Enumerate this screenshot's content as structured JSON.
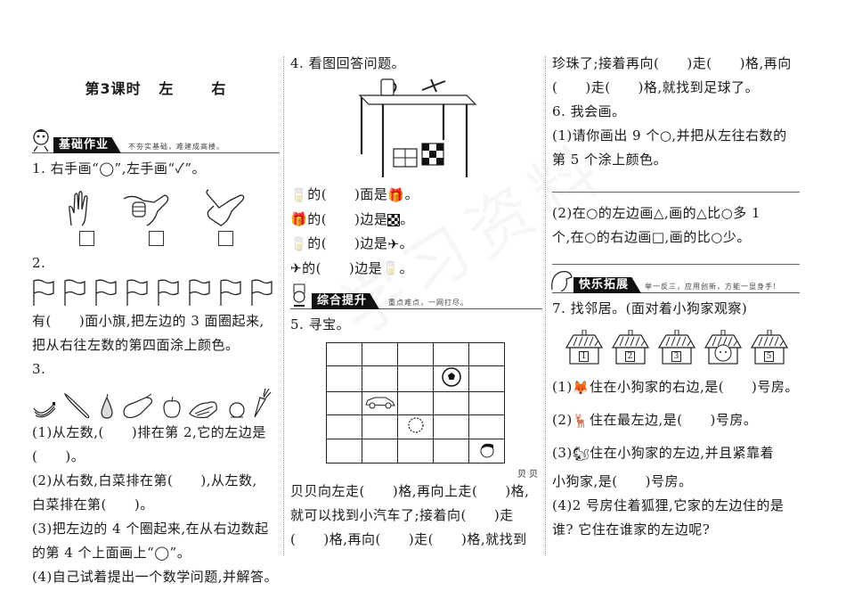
{
  "lesson_title": {
    "prefix": "第3课时",
    "word_left": "左",
    "word_right": "右"
  },
  "sections": {
    "basic": {
      "label": "基础作业",
      "motto": "不夯实基础，难建成高楼。"
    },
    "comprehensive": {
      "label": "综合提升",
      "motto": "重点难点，一网打尽。"
    },
    "extension": {
      "label": "快乐拓展",
      "motto": "举一反三，应用创新，方能一显身手!"
    }
  },
  "q1": {
    "text": "1. 右手画“◯”,左手画“✓”。",
    "hands": [
      "open-hand",
      "pointing-hand",
      "l-shape-hand"
    ]
  },
  "q2": {
    "number": "2.",
    "flag_count": 8,
    "lines": [
      "有(　　)面小旗,把左边的 3 面圈起来,",
      "把从右往左数的第四面涂上颜色。"
    ]
  },
  "q3": {
    "number": "3.",
    "items": [
      "banana",
      "cucumber",
      "pear",
      "eggplant",
      "apple",
      "cabbage",
      "peach",
      "radish"
    ],
    "lines": [
      "(1)从左数,(　　)排在第 2,它的左边是",
      "(　　)。",
      "(2)从右数,白菜排在第(　　),从左数,",
      "白菜排在第(　　)。",
      "(3)把左边的 4 个圈起来,在从右边数起",
      "的第 4 个上面画上“◯”。",
      "(4)自己试着提出一个数学问题,并解答。"
    ]
  },
  "q4": {
    "title": "4. 看图回答问题。",
    "rows": [
      {
        "subject": "cup",
        "text_a": "的(　　)面是",
        "object": "gift-box",
        "end": "。"
      },
      {
        "subject": "gift-box",
        "text_a": "的(　　)边是",
        "object": "checkered-cube",
        "end": "。"
      },
      {
        "subject": "cup",
        "text_a": "的(　　)边是",
        "object": "airplane",
        "end": "。"
      },
      {
        "subject": "airplane",
        "text_a": "的(　　)边是",
        "object": "cup",
        "end": "。"
      }
    ]
  },
  "q5": {
    "title": "5. 寻宝。",
    "grid": {
      "rows": 5,
      "cols": 5,
      "ball": [
        1,
        3
      ],
      "car": [
        2,
        1
      ],
      "pearl": [
        3,
        2
      ],
      "beibei": [
        4,
        4
      ]
    },
    "beibei_label": "贝贝",
    "lines": [
      "贝贝向左走(　　)格,再向上走(　　)格,",
      "就可以找到小汽车了;接着向(　　)走",
      "(　　)格,再向(　　)走(　　)格,就找到"
    ]
  },
  "q5_cont": {
    "lines": [
      "珍珠了;接着再向(　　)走(　　)格,再向",
      "(　　)走(　　)格,就找到足球了。"
    ]
  },
  "q6": {
    "title": "6. 我会画。",
    "part1": [
      "(1)请你画出 9 个○,并把从左往右数的",
      "第 5 个涂上颜色。"
    ],
    "part2": [
      "(2)在○的左边画△,画的△比○多 1",
      "个,在○的右边画□,画的比○少。"
    ]
  },
  "q7": {
    "title": "7. 找邻居。(面对着小狗家观察)",
    "houses": [
      "1",
      "2",
      "3",
      "dog",
      "5"
    ],
    "q1": {
      "prefix": "(1)",
      "animal": "fox",
      "text": "住在小狗家的右边,是(　　)号房。"
    },
    "q2": {
      "prefix": "(2)",
      "animal": "deer",
      "text": "住在最左边,是(　　)号房。"
    },
    "q3": {
      "prefix": "(3)",
      "animal": "squirrel",
      "text": "住在小狗家的左边,并且紧靠着",
      "text2": "小狗家,是(　　)号房。"
    },
    "q4": [
      "(4)2 号房住着狐狸,它家的左边住的是",
      "谁? 它住在谁家的左边呢?"
    ]
  }
}
